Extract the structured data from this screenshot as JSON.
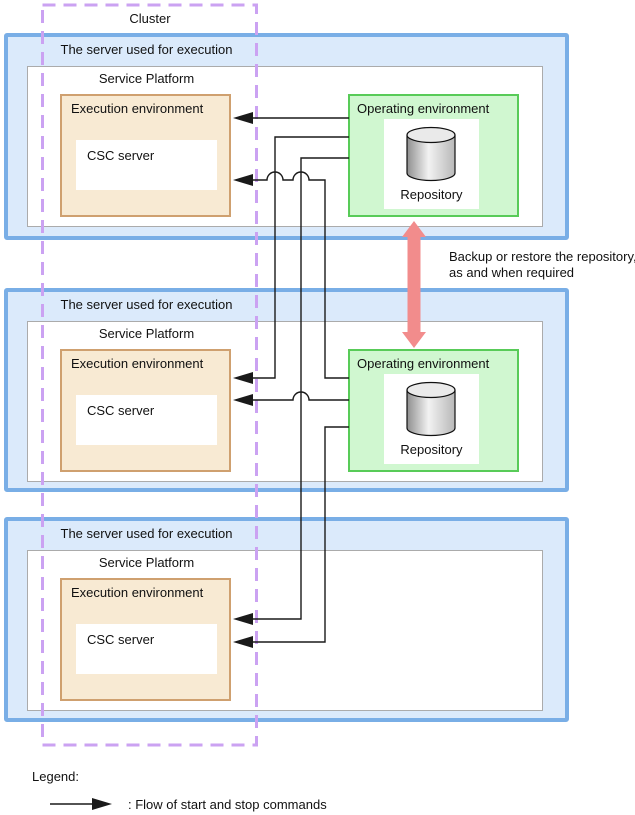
{
  "cluster_label": "Cluster",
  "servers": [
    {
      "label": "The server used for execution",
      "service_platform_label": "Service Platform",
      "execution_environment_label": "Execution environment",
      "csc_server_label": "CSC server",
      "operating_environment_label": "Operating environment",
      "repository_label": "Repository"
    },
    {
      "label": "The server used for execution",
      "service_platform_label": "Service Platform",
      "execution_environment_label": "Execution environment",
      "csc_server_label": "CSC server",
      "operating_environment_label": "Operating environment",
      "repository_label": "Repository"
    },
    {
      "label": "The server used for execution",
      "service_platform_label": "Service Platform",
      "execution_environment_label": "Execution environment",
      "csc_server_label": "CSC server"
    }
  ],
  "backup_note": {
    "line1": "Backup or restore the repository,",
    "line2": "as and when required"
  },
  "legend": {
    "title": "Legend:",
    "flow_label": ": Flow of start and stop commands"
  },
  "colors": {
    "server_border": "#79AEE6",
    "server_fill": "#DBEAFB",
    "service_platform_border": "#ABABAB",
    "service_platform_fill": "#FFFFFF",
    "execution_environment_border": "#CFA06F",
    "execution_environment_fill": "#F8EAD3",
    "operating_environment_border": "#58CB58",
    "operating_environment_fill": "#D0F7D0",
    "cluster_dashed_border": "#CBA2F2",
    "backup_arrow": "#F28C8C",
    "flow_line": "#1A1A1A"
  }
}
